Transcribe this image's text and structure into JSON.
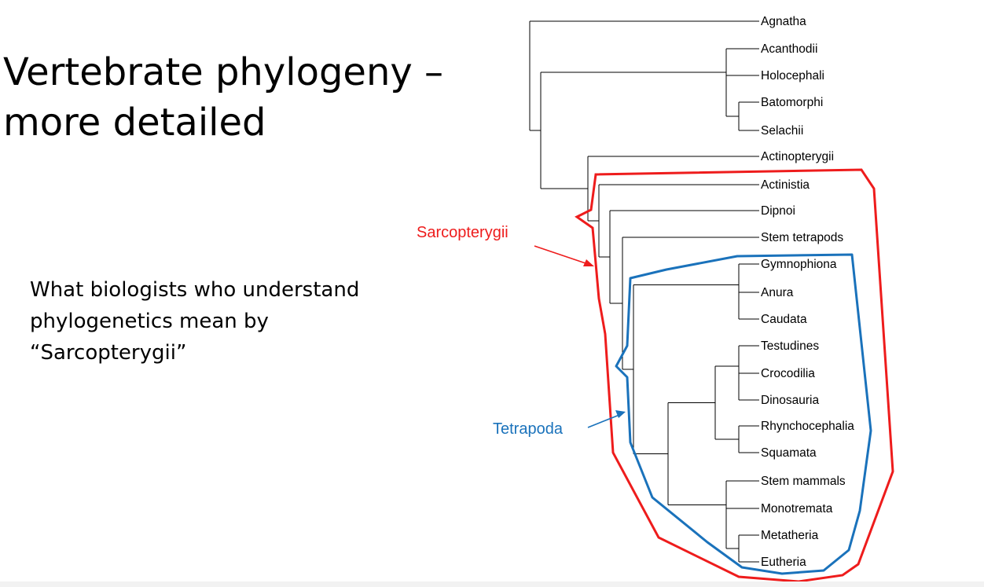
{
  "slide": {
    "title": "Vertebrate phylogeny – more detailed",
    "subtitle": "What biologists who understand phylogenetics mean by “Sarcopterygii”"
  },
  "tree": {
    "taxa": [
      "Agnatha",
      "Acanthodii",
      "Holocephali",
      "Batomorphi",
      "Selachii",
      "Actinopterygii",
      "Actinistia",
      "Dipnoi",
      "Stem tetrapods",
      "Gymnophiona",
      "Anura",
      "Caudata",
      "Testudines",
      "Crocodilia",
      "Dinosauria",
      "Rhynchocephalia",
      "Squamata",
      "Stem mammals",
      "Monotremata",
      "Metatheria",
      "Eutheria"
    ],
    "line_color": "#000000"
  },
  "clades": {
    "sarcopterygii": {
      "label": "Sarcopterygii",
      "color": "#ee1c1c"
    },
    "tetrapoda": {
      "label": "Tetrapoda",
      "color": "#1a72bb"
    }
  }
}
